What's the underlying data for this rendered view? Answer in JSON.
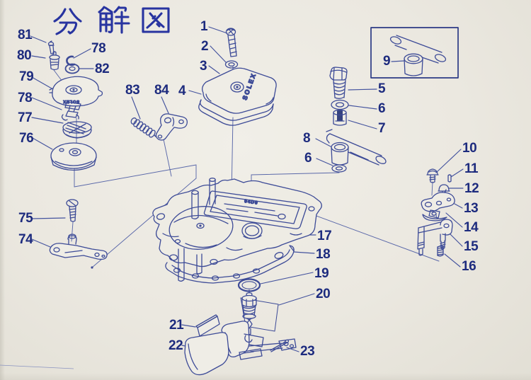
{
  "title": "分 解 図",
  "markings": {
    "cover_logo": "SOLEX",
    "pump_cover_logo": "SOLEX",
    "body_casting": "04D0"
  },
  "labels": {
    "n1": "1",
    "n2": "2",
    "n3": "3",
    "n4": "4",
    "n5": "5",
    "n6": "6",
    "n6b": "6",
    "n7": "7",
    "n8": "8",
    "n9": "9",
    "n10": "10",
    "n11": "11",
    "n12": "12",
    "n13": "13",
    "n14": "14",
    "n15": "15",
    "n16": "16",
    "n17": "17",
    "n18": "18",
    "n19": "19",
    "n20": "20",
    "n21": "21",
    "n22": "22",
    "n23": "23",
    "n74": "74",
    "n75": "75",
    "n76": "76",
    "n77": "77",
    "n78": "78",
    "n78b": "78",
    "n79": "79",
    "n80": "80",
    "n81": "81",
    "n82": "82",
    "n83": "83",
    "n84": "84"
  }
}
